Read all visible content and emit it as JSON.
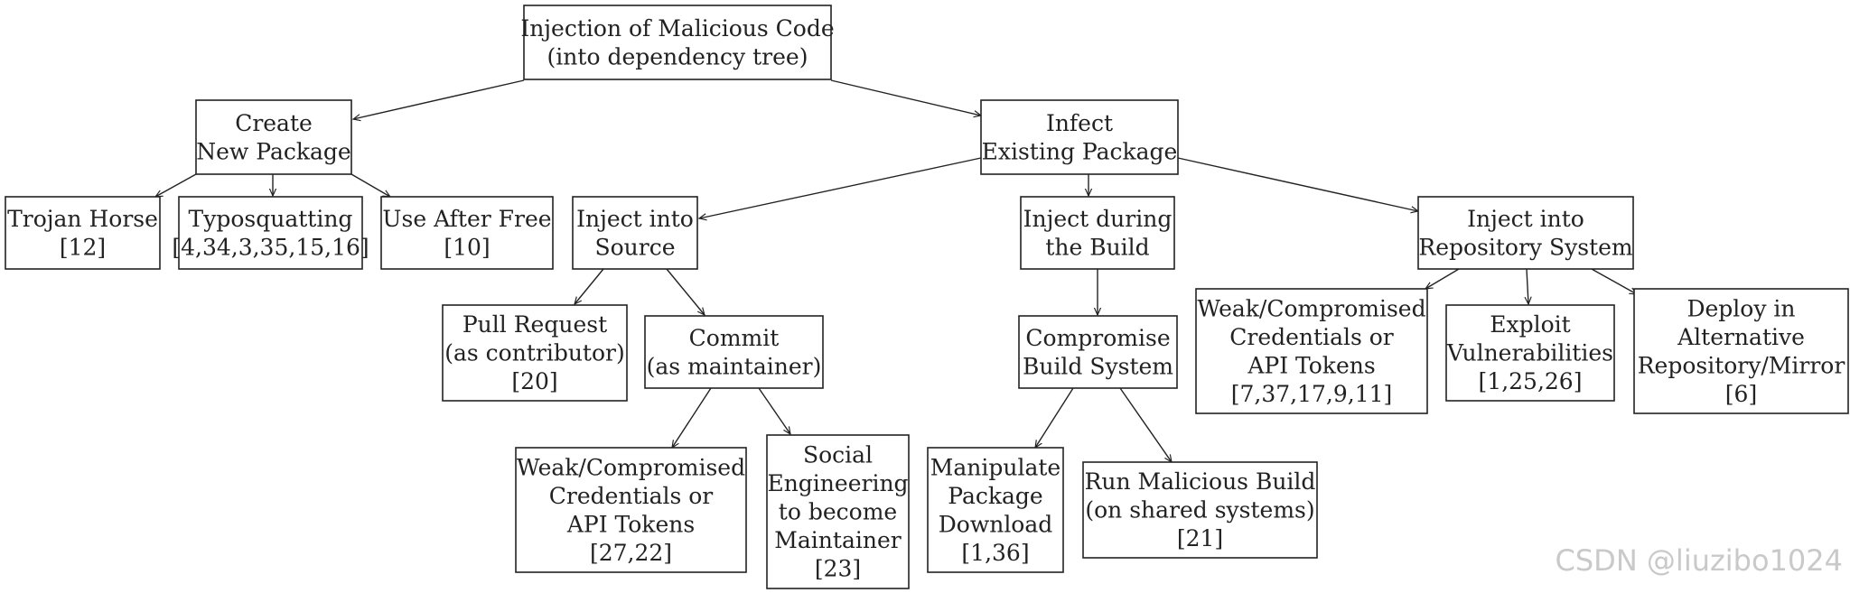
{
  "nodes": {
    "root": {
      "lines": [
        "Injection of Malicious Code",
        "(into dependency tree)"
      ]
    },
    "create": {
      "lines": [
        "Create",
        "New Package"
      ]
    },
    "infect": {
      "lines": [
        "Infect",
        "Existing Package"
      ]
    },
    "trojan": {
      "lines": [
        "Trojan Horse",
        "[12]"
      ]
    },
    "typo": {
      "lines": [
        "Typosquatting",
        "[4,34,3,35,15,16]"
      ]
    },
    "uaf": {
      "lines": [
        "Use After Free",
        "[10]"
      ]
    },
    "source": {
      "lines": [
        "Inject into",
        "Source"
      ]
    },
    "build": {
      "lines": [
        "Inject during",
        "the Build"
      ]
    },
    "repo": {
      "lines": [
        "Inject into",
        "Repository System"
      ]
    },
    "pr": {
      "lines": [
        "Pull Request",
        "(as contributor)",
        "[20]"
      ]
    },
    "commit": {
      "lines": [
        "Commit",
        "(as maintainer)"
      ]
    },
    "cbs": {
      "lines": [
        "Compromise",
        "Build System"
      ]
    },
    "wct_repo": {
      "lines": [
        "Weak/Compromised",
        "Credentials or",
        "API Tokens",
        "[7,37,17,9,11]"
      ]
    },
    "exploit": {
      "lines": [
        "Exploit",
        "Vulnerabilities",
        "[1,25,26]"
      ]
    },
    "deploy": {
      "lines": [
        "Deploy in",
        "Alternative",
        "Repository/Mirror",
        "[6]"
      ]
    },
    "wct_commit": {
      "lines": [
        "Weak/Compromised",
        "Credentials or",
        "API Tokens",
        "[27,22]"
      ]
    },
    "social": {
      "lines": [
        "Social",
        "Engineering",
        "to become",
        "Maintainer",
        "[23]"
      ]
    },
    "mpd": {
      "lines": [
        "Manipulate",
        "Package",
        "Download",
        "[1,36]"
      ]
    },
    "rmb": {
      "lines": [
        "Run Malicious Build",
        "(on shared systems)",
        "[21]"
      ]
    }
  },
  "watermark": "CSDN @liuzibo1024"
}
